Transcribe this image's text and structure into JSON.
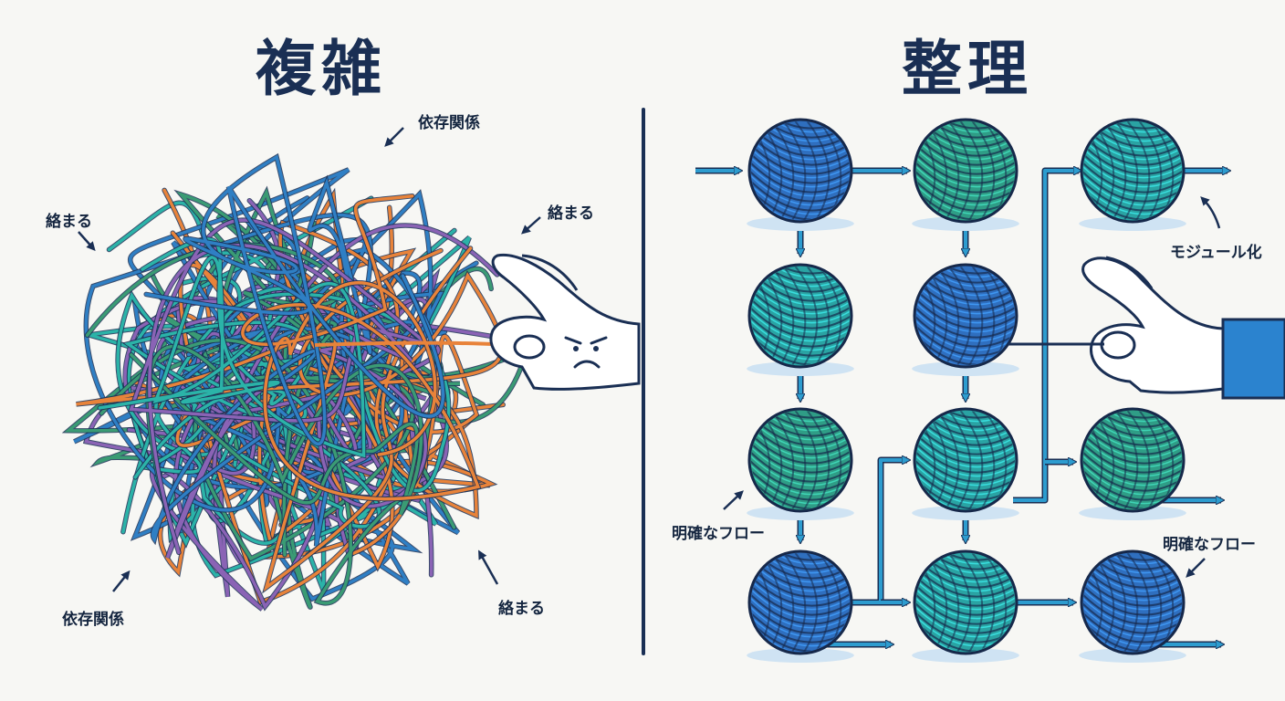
{
  "titles": {
    "left": "複雑",
    "right": "整理"
  },
  "left_labels": [
    "依存関係",
    "絡まる",
    "絡まる",
    "依存関係",
    "絡まる"
  ],
  "right_labels": [
    "モジュール化",
    "明確なフロー",
    "明確なフロー"
  ],
  "colors": {
    "navy": "#1a2f54",
    "arrow": "#2d9ccf",
    "thread_orange": "#e8833a",
    "thread_blue": "#2f7fc4",
    "thread_green": "#3a9b74",
    "thread_purple": "#8a63b5",
    "thread_teal": "#2bb3a8",
    "ball_blue": "#2f6fbf",
    "ball_teal": "#2aa3a3",
    "ball_green": "#2f9d86",
    "sleeve": "#2b83cf"
  }
}
